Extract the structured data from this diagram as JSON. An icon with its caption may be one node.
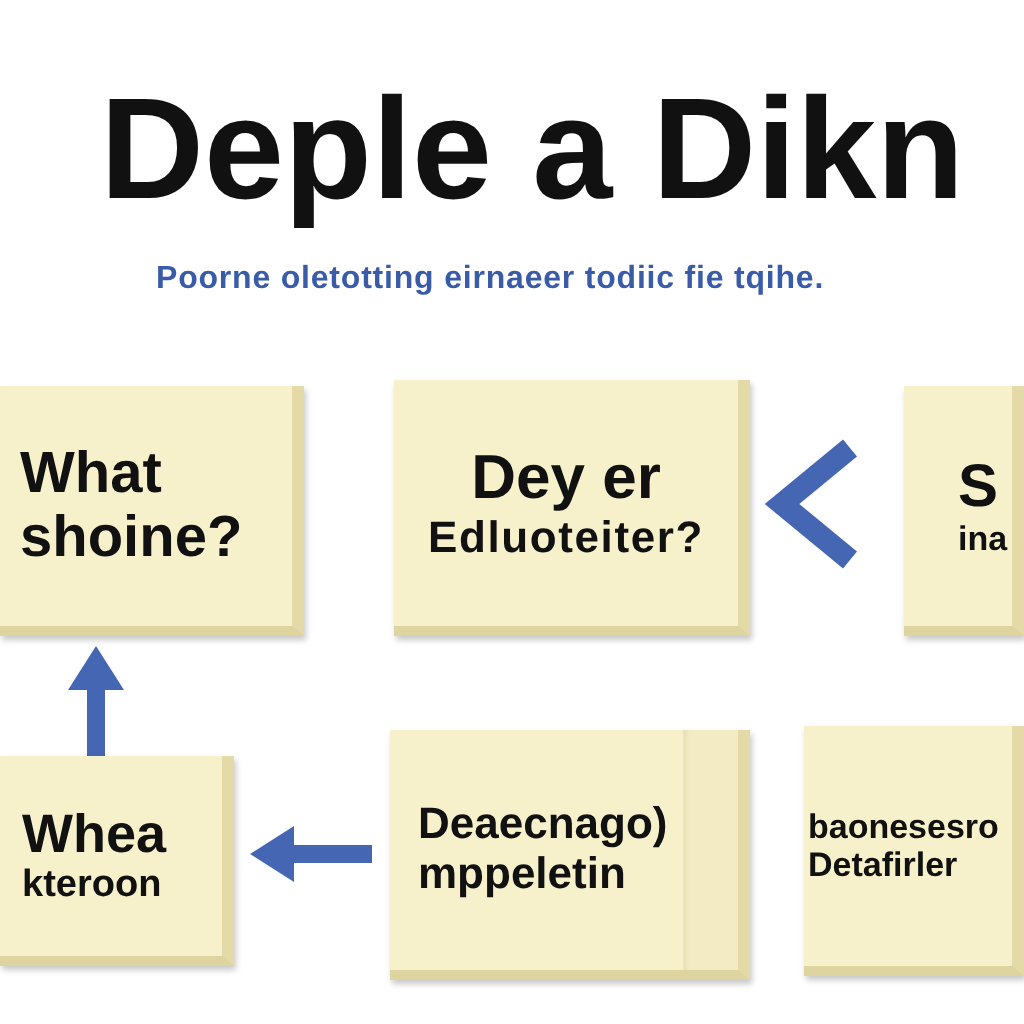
{
  "diagram": {
    "title": "Deple a Dikn",
    "nodes": [
      {
        "text": [
          "What shoine?"
        ]
      },
      {
        "text": [
          "Dey er",
          "Edluoteiter?"
        ]
      },
      {
        "text": [
          "S",
          "ina"
        ]
      },
      {
        "text": [
          "Whea",
          "kteroon"
        ]
      },
      {
        "text": [
          "Deaecnago) mppeletin"
        ]
      },
      {
        "text": [
          "baonesesro Detafirler"
        ]
      }
    ],
    "edges": [
      {
        "from": 2,
        "to": 1,
        "arrow": "to"
      },
      {
        "from": 3,
        "to": 0,
        "arrow": "to"
      },
      {
        "from": 4,
        "to": 3,
        "arrow": "to"
      }
    ],
    "labels": [
      "Poorne oletotting eirnaeer todiic fie tqihe."
    ]
  }
}
